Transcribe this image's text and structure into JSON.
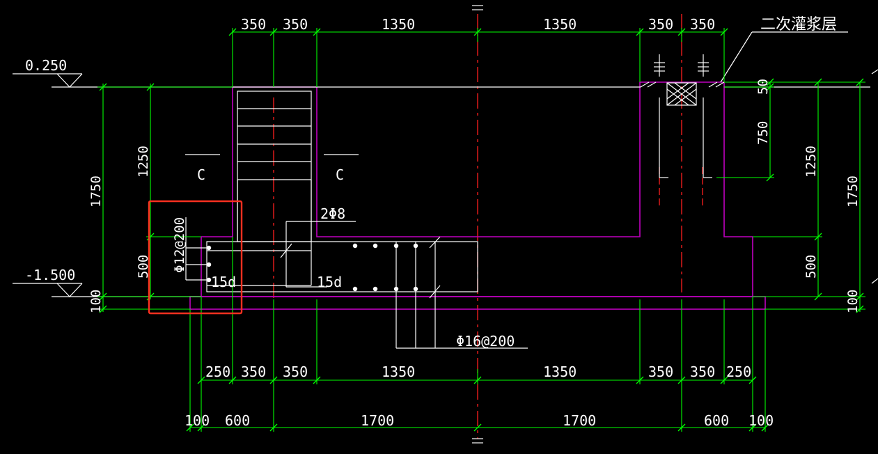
{
  "colors": {
    "background": "#000000",
    "dimension": "#00ff00",
    "outline": "#c000c0",
    "text": "#ffffff",
    "centerline": "#ff0000",
    "highlight": "#ff3020"
  },
  "dims": {
    "top": [
      "350",
      "350",
      "1350",
      "1350",
      "350",
      "350"
    ],
    "bottom_inner": [
      "250",
      "350",
      "350",
      "1350",
      "1350",
      "350",
      "350",
      "250"
    ],
    "bottom_outer": [
      "100",
      "600",
      "1700",
      "1700",
      "600",
      "100"
    ],
    "left_vertical": [
      "1750",
      "1250",
      "500",
      "100"
    ],
    "right_vertical": [
      "50",
      "750",
      "1250",
      "1750",
      "500",
      "100"
    ]
  },
  "elevations": {
    "top": "0.250",
    "bottom": "-1.500"
  },
  "labels": {
    "section_c_left": "C",
    "section_c_right": "C",
    "rebar_top": "2Φ8",
    "rebar_vertical": "Φ12@200",
    "rebar_bottom": "Φ16@200",
    "anchor_left": "15d",
    "anchor_right": "15d",
    "grout_layer": "二次灌浆层"
  }
}
